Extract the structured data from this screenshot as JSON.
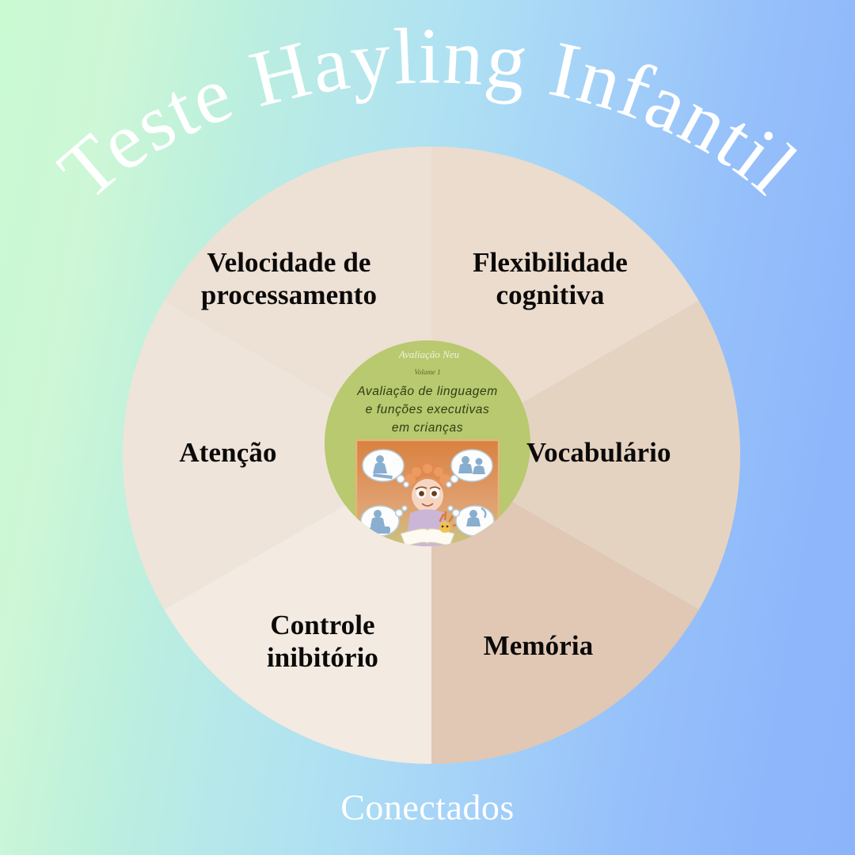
{
  "poster": {
    "title": "Teste Hayling Infantil",
    "brand": "Conectados",
    "background": {
      "from_color": "#C9FAD2",
      "mid_color": "#AFE2F1",
      "to_color": "#8CB4FB"
    },
    "title_color": "#FFFFFF",
    "label_color": "#0B0A09"
  },
  "wheel": {
    "center_color": "#B8C96F",
    "segments": [
      {
        "id": "velocidade",
        "label": "Velocidade de\nprocessamento",
        "color": "#EBDCCE",
        "start_angle": -90,
        "end_angle": -30
      },
      {
        "id": "flexibilidade",
        "label": "Flexibilidade\ncognitiva",
        "color": "#E5D3C2",
        "start_angle": -30,
        "end_angle": 30
      },
      {
        "id": "vocabulario",
        "label": "Vocabulário",
        "color": "#E0C8B4",
        "start_angle": 30,
        "end_angle": 90
      },
      {
        "id": "memoria",
        "label": "Memória",
        "color": "#F3EAE1",
        "start_angle": 90,
        "end_angle": 150
      },
      {
        "id": "controle",
        "label": "Controle\ninibitório",
        "color": "#EFE4DA",
        "start_angle": 150,
        "end_angle": 210
      },
      {
        "id": "atencao",
        "label": "Atenção",
        "color": "#EDE0D5",
        "start_angle": 210,
        "end_angle": 270
      }
    ]
  },
  "center_book": {
    "header_line": "Avaliação Neu",
    "volume": "Volume 1",
    "subtitle_line1": "Avaliação de linguagem",
    "subtitle_line2": "e funções executivas",
    "subtitle_line3": "em crianças",
    "cover_bg": "#B8C96F",
    "cover_text_color": "#3C4A1E"
  }
}
